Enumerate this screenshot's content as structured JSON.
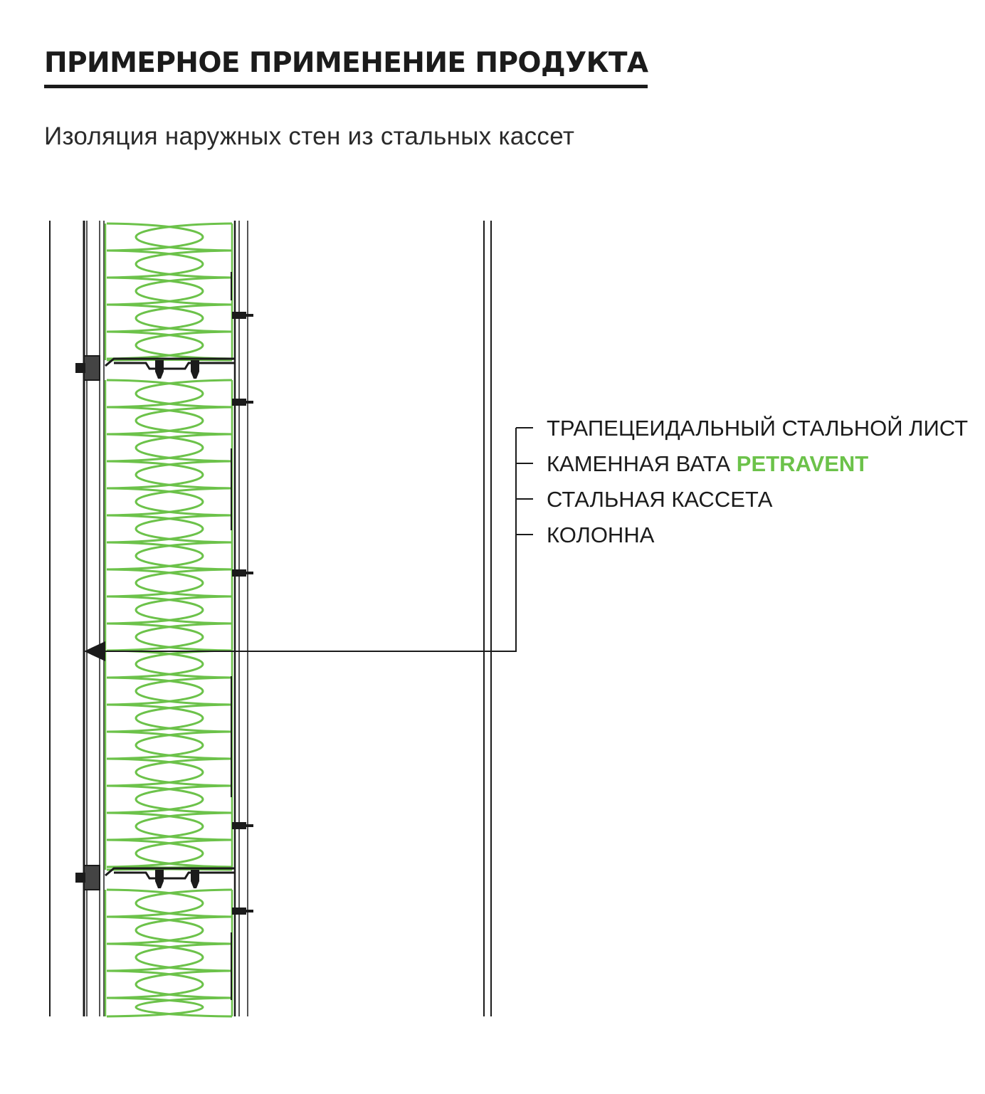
{
  "header": {
    "title": "ПРИМЕРНОЕ ПРИМЕНЕНИЕ ПРОДУКТА",
    "subtitle": "Изоляция наружных стен из стальных кассет"
  },
  "legend": {
    "items": [
      {
        "text": "ТРАПЕЦЕИДАЛЬНЫЙ СТАЛЬНОЙ ЛИСТ",
        "accent": ""
      },
      {
        "text": "КАМЕННАЯ ВАТА ",
        "accent": "PETRAVENT"
      },
      {
        "text": "СТАЛЬНАЯ КАССЕТА",
        "accent": ""
      },
      {
        "text": "КОЛОННА",
        "accent": ""
      }
    ]
  },
  "colors": {
    "insulation": "#6cc24a",
    "lines": "#1b1b1b",
    "background": "#ffffff"
  }
}
